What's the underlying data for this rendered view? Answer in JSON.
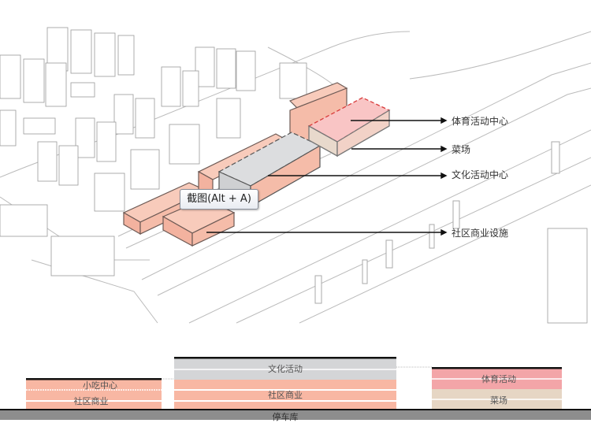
{
  "axon_labels": {
    "sports_center": "体育活动中心",
    "market": "菜场",
    "culture_center": "文化活动中心",
    "community_commerce": "社区商业设施"
  },
  "tooltip": "截图(Alt + A)",
  "section": {
    "left": {
      "upper": "小吃中心",
      "lower": "社区商业"
    },
    "middle": {
      "upper": "文化活动",
      "lower": "社区商业"
    },
    "right": {
      "upper": "体育活动",
      "lower": "菜场"
    },
    "basement": "停车库"
  },
  "colors": {
    "commerce": "#f6b9a6",
    "culture": "#d3d4d6",
    "sports": "#f2a7a7",
    "market": "#e6d5c3",
    "ground": "#8c8c8c"
  }
}
